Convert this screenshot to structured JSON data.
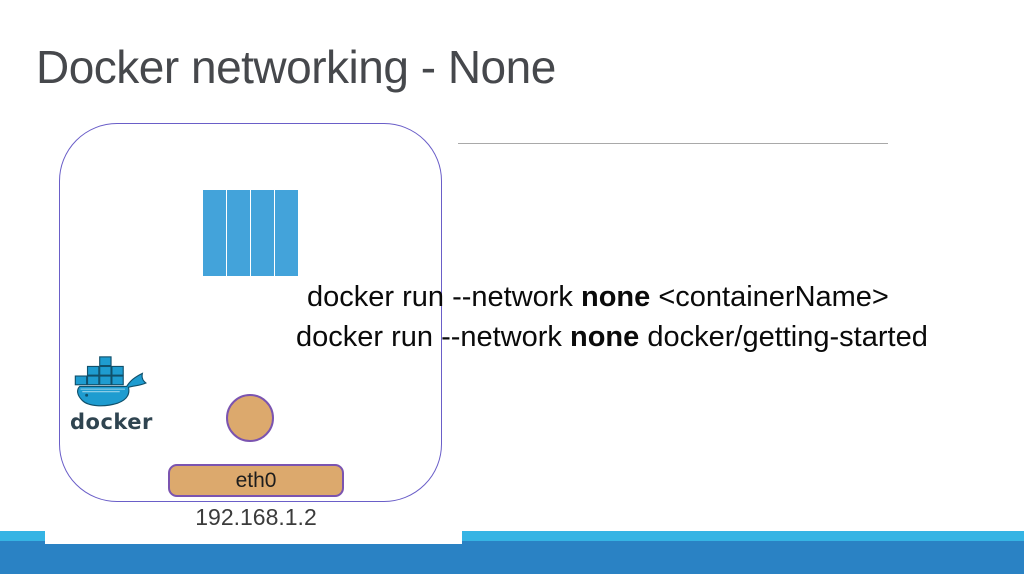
{
  "slide": {
    "title": "Docker networking - None",
    "commands": [
      {
        "prefix": "docker run --network ",
        "keyword": "none",
        "suffix": " <containerName>"
      },
      {
        "prefix": "docker run --network ",
        "keyword": "none",
        "suffix": " docker/getting-started"
      }
    ],
    "host": {
      "logo_text": "docker",
      "eth_label": "eth0",
      "ip_address": "192.168.1.2"
    },
    "colors": {
      "title_text": "#46484c",
      "command_text": "#0a0a0a",
      "divider_line": "#a9a9a9",
      "host_border": "#6a5ec8",
      "container_fill": "#43a3da",
      "docker_blue": "#1e9cd0",
      "docker_dark": "#10506b",
      "wordmark_text": "#2f4450",
      "nic_fill": "#dca96d",
      "nic_border": "#7b54b0",
      "eth_text": "#1d1d1d",
      "ip_text": "#3b3b3b",
      "footer_light": "#35b4e4",
      "footer_dark": "#2a82c4"
    }
  }
}
